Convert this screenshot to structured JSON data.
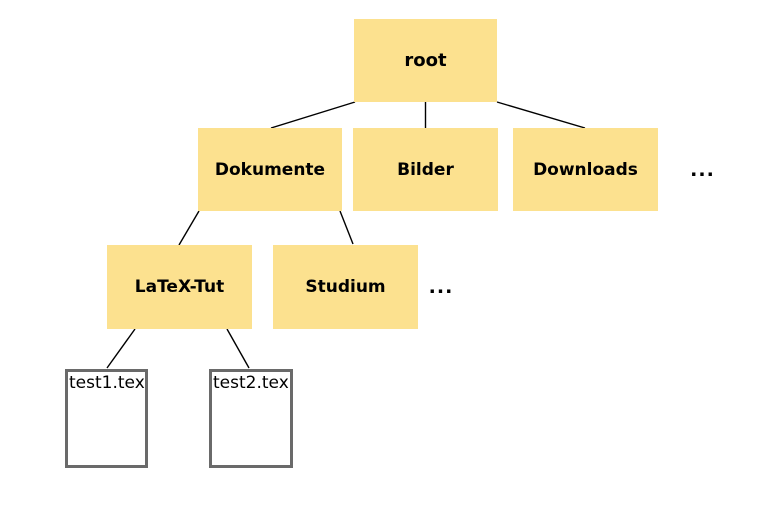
{
  "diagram": {
    "type": "tree",
    "description": "file-system tree",
    "nodes": {
      "root": "root",
      "dokumente": "Dokumente",
      "bilder": "Bilder",
      "downloads": "Downloads",
      "level1_ellipsis": "...",
      "latex_tut": "LaTeX-Tut",
      "studium": "Studium",
      "level2_ellipsis": "...",
      "test1": "test1.tex",
      "test2": "test2.tex"
    },
    "edges": [
      {
        "from": "root",
        "to": "Dokumente"
      },
      {
        "from": "root",
        "to": "Bilder"
      },
      {
        "from": "root",
        "to": "Downloads"
      },
      {
        "from": "Dokumente",
        "to": "LaTeX-Tut"
      },
      {
        "from": "Dokumente",
        "to": "Studium"
      },
      {
        "from": "LaTeX-Tut",
        "to": "test1.tex"
      },
      {
        "from": "LaTeX-Tut",
        "to": "test2.tex"
      }
    ],
    "colors": {
      "folder_fill": "#FCE18F",
      "file_border": "#6A6A6A",
      "edge_stroke": "#000000",
      "label_text": "#000000",
      "background": "#FFFFFF"
    }
  }
}
